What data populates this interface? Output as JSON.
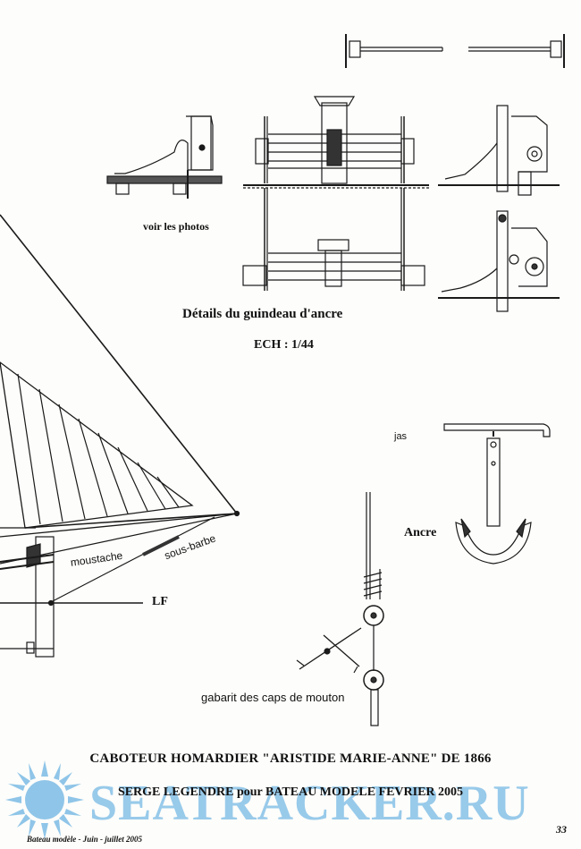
{
  "labels": {
    "voir_photos": "voir les photos",
    "details_title": "Détails du guindeau d'ancre",
    "scale": "ECH : 1/44",
    "jas": "jas",
    "ancre": "Ancre",
    "moustache": "moustache",
    "sous_barbe": "sous-barbe",
    "lf": "LF",
    "gabarit": "gabarit des caps de mouton"
  },
  "title": "CABOTEUR HOMARDIER \"ARISTIDE MARIE-ANNE\" DE 1866",
  "subtitle": "SERGE LEGENDRE pour BATEAU MODELE FEVRIER 2005",
  "watermark": {
    "text": "SEATRACKER.RU",
    "color": "#46a0dc"
  },
  "footer": {
    "publication": "Bateau modèle - Juin - juillet 2005",
    "page_number": "33"
  }
}
